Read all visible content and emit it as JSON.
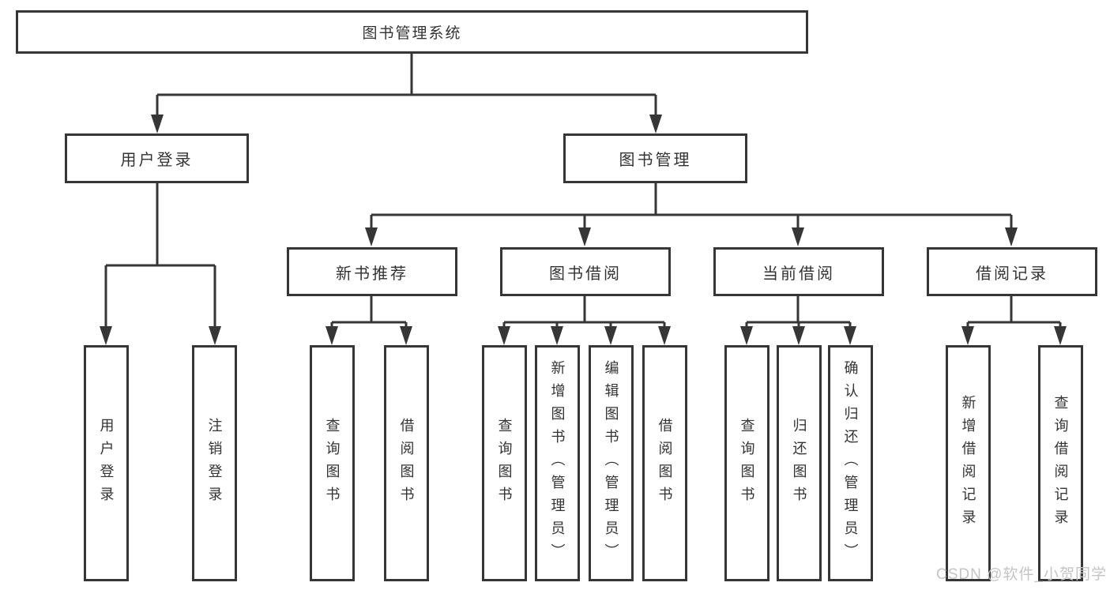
{
  "diagram": {
    "root": "图书管理系统",
    "level2": [
      "用户登录",
      "图书管理"
    ],
    "level3": [
      "新书推荐",
      "图书借阅",
      "当前借阅",
      "借阅记录"
    ],
    "groups": {
      "user_login": [
        "用户登录",
        "注销登录"
      ],
      "new_book_recommend": [
        "查询图书",
        "借阅图书"
      ],
      "book_borrow": [
        "查询图书",
        "新增图书（管理员）",
        "编辑图书（管理员）",
        "借阅图书"
      ],
      "current_borrow": [
        "查询图书",
        "归还图书",
        "确认归还（管理员）"
      ],
      "borrow_record": [
        "新增借阅记录",
        "查询借阅记录"
      ]
    },
    "colors": {
      "line": "#363636",
      "box_border": "#363636",
      "text": "#333333",
      "background": "#ffffff",
      "watermark": "#c4c4c4"
    }
  },
  "watermark": "CSDN @软件_小贺同学"
}
